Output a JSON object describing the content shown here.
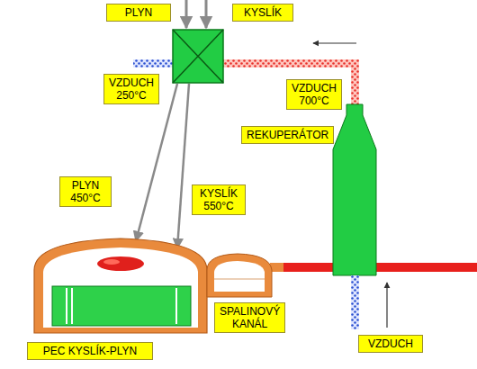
{
  "diagram": {
    "nodes": [
      {
        "text": [
          "PLYN"
        ]
      },
      {
        "text": [
          "KYSLÍK"
        ]
      },
      {
        "text": [
          "VZDUCH 250°C"
        ]
      },
      {
        "text": [
          "VZDUCH 700°C"
        ]
      },
      {
        "text": [
          "REKUPERÁTOR"
        ]
      },
      {
        "text": [
          "PLYN 450°C"
        ]
      },
      {
        "text": [
          "KYSLÍK 550°C"
        ]
      },
      {
        "text": [
          "SPALINOVÝ KANÁL"
        ]
      },
      {
        "text": [
          "PEC KYSLÍK-PLYN"
        ]
      },
      {
        "text": [
          "VZDUCH"
        ]
      }
    ]
  }
}
